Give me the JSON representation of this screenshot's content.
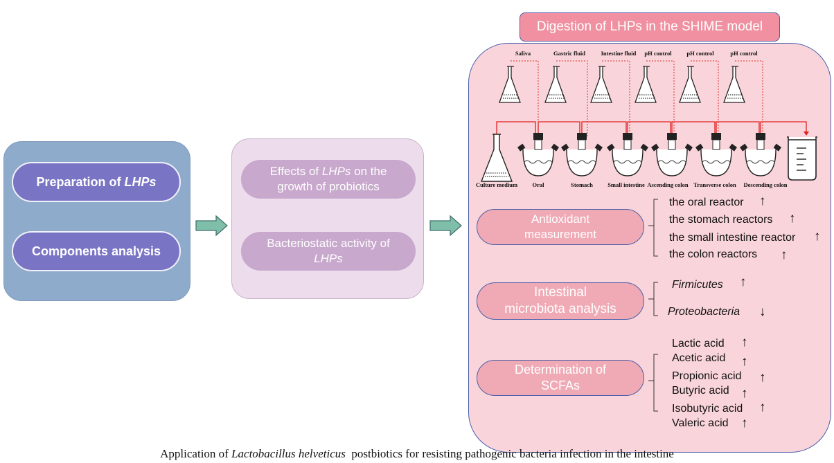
{
  "panel_preparation": {
    "prep_pre": "Preparation of ",
    "prep_em": "LHPs",
    "components": "Components analysis"
  },
  "panel_effects": {
    "effects_pre": "Effects of ",
    "effects_em": "LHPs",
    "effects_post": " on the",
    "effects_line2": "growth of probiotics",
    "bacterio_line1": "Bacteriostatic activity of",
    "bacterio_em": "LHPs"
  },
  "shime": {
    "title": "Digestion of LHPs in the SHIME model",
    "inputs": [
      "Saliva",
      "Gastric fluid",
      "Intestine fluid",
      "pH control",
      "pH control",
      "pH control"
    ],
    "vessels": [
      "Culture medium",
      "Oral",
      "Stomach",
      "Small intestine",
      "Ascending colon",
      "Transverse colon",
      "Descending colon"
    ]
  },
  "antioxidant": {
    "line1": "Antioxidant",
    "line2": "measurement",
    "results": [
      "the oral reactor",
      "the stomach reactors",
      "the small intestine reactor",
      "the colon reactors"
    ],
    "trend": [
      "↑",
      "↑",
      "↑",
      "↑"
    ]
  },
  "microbiota": {
    "line1": "Intestinal",
    "line2": "microbiota analysis",
    "results": [
      "Firmicutes",
      "Proteobacteria"
    ],
    "trend": [
      "↑",
      "↓"
    ]
  },
  "scfa": {
    "line1": "Determination of",
    "line2": "SCFAs",
    "results": [
      "Lactic acid",
      "Acetic acid",
      "Propionic acid",
      "Butyric acid",
      "Isobutyric acid",
      "Valeric acid"
    ],
    "trend": [
      "↑",
      "↑",
      "↑",
      "↑",
      "↑",
      "↑"
    ]
  },
  "caption": {
    "pre": "Application of ",
    "em": "Lactobacillus helveticus",
    "post": "  postbiotics for resisting pathogenic bacteria infection in the intestine"
  }
}
